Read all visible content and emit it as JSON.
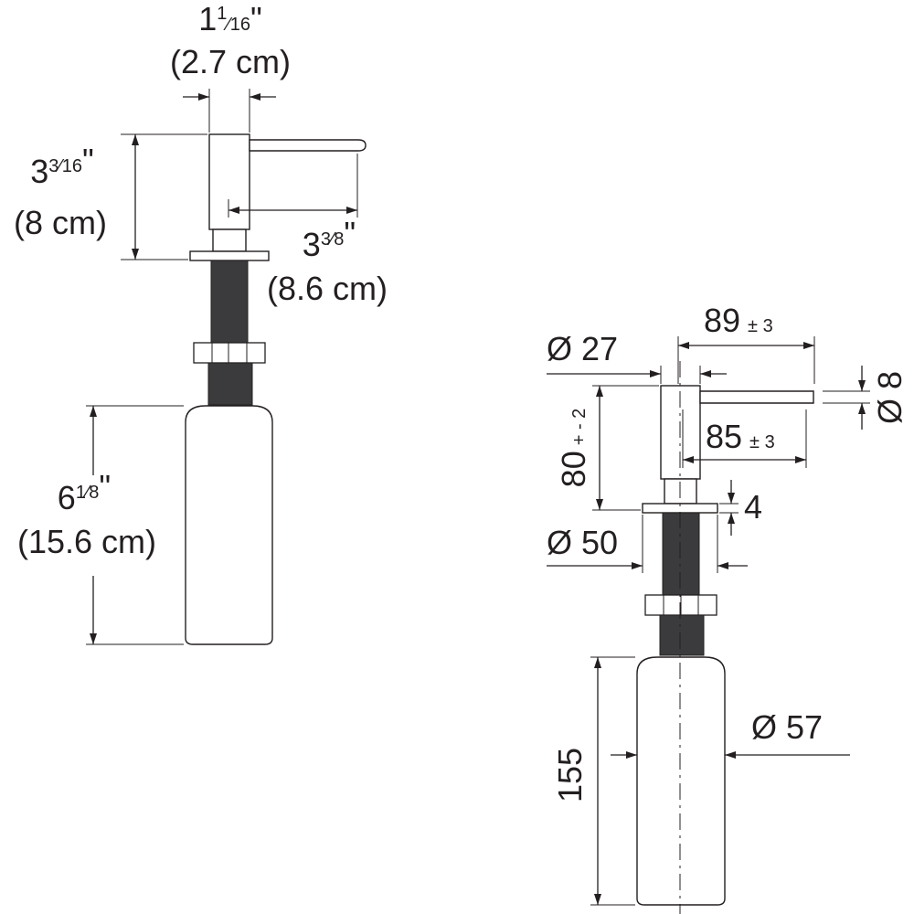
{
  "imperial_view": {
    "width_top": {
      "whole": "1",
      "num": "1",
      "den": "16",
      "mark": "\""
    },
    "width_top_cm": "(2.7 cm)",
    "height_head": {
      "whole": "3",
      "num": "3",
      "den": "16",
      "mark": "\""
    },
    "height_head_cm": "(8 cm)",
    "spout_reach": {
      "whole": "3",
      "num": "3",
      "den": "8",
      "mark": "\""
    },
    "spout_reach_cm": "(8.6 cm)",
    "bottle_height": {
      "whole": "6",
      "num": "1",
      "den": "8",
      "mark": "\""
    },
    "bottle_height_cm": "(15.6 cm)"
  },
  "metric_view": {
    "spout_total": "89",
    "spout_total_tol": "± 3",
    "head_diameter": "Ø 27",
    "spout_diameter": "Ø 8",
    "head_height": "80",
    "head_height_tol": "+ - 2",
    "spout_reach": "85",
    "spout_reach_tol": "± 3",
    "flange_thickness": "4",
    "flange_diameter": "Ø 50",
    "bottle_diameter": "Ø 57",
    "bottle_height": "155"
  },
  "colors": {
    "line": "#231f20",
    "thread": "#3b3b3d",
    "background": "#ffffff"
  }
}
